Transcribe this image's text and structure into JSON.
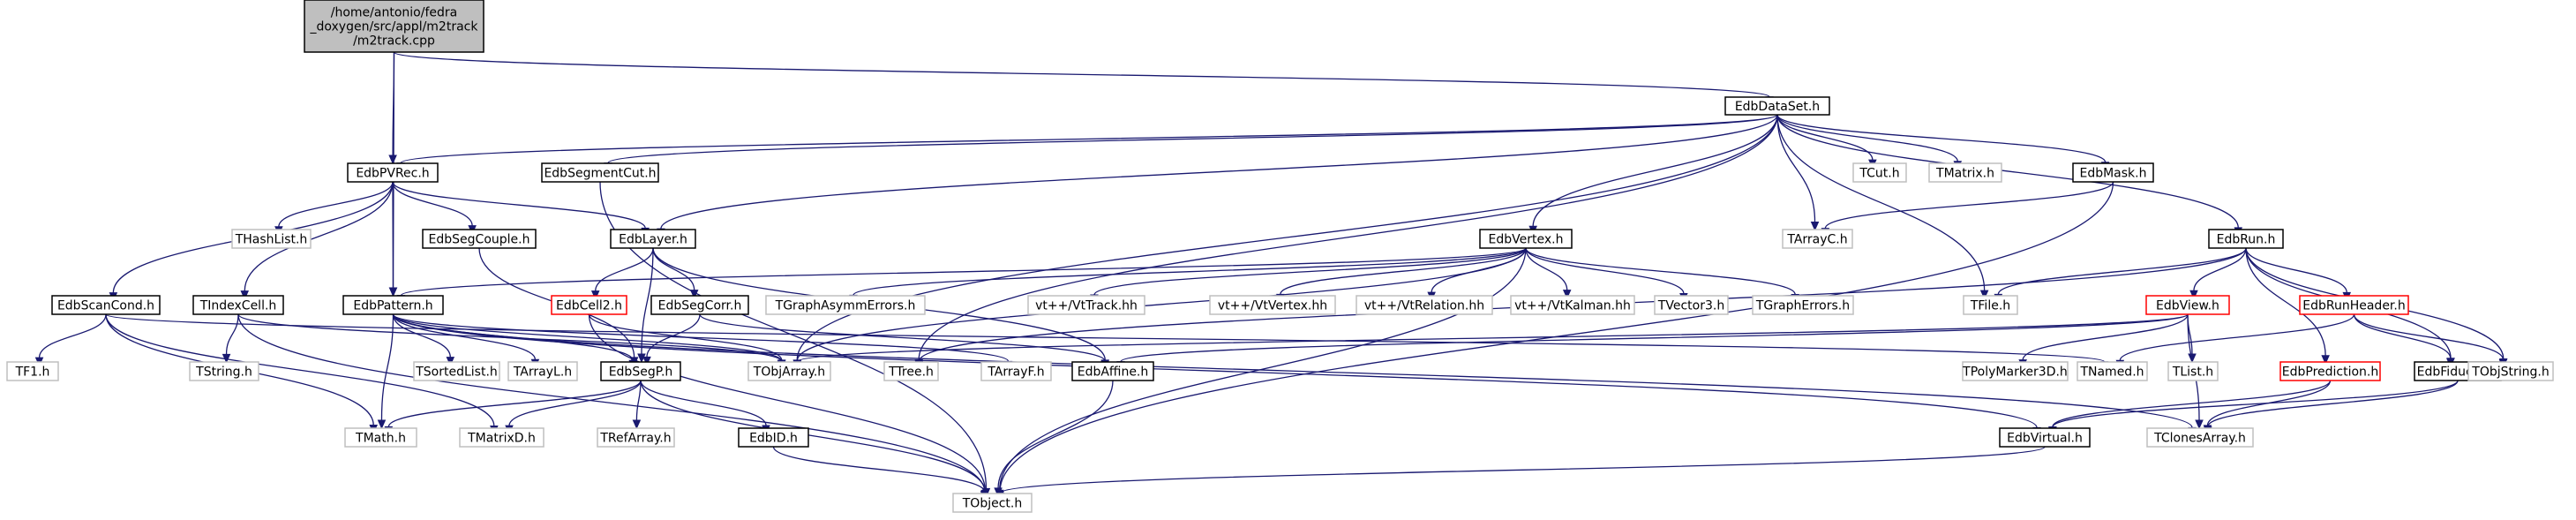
{
  "graph": {
    "root": "/home/antonio/fedra_doxygen/src/appl/m2track/m2track.cpp",
    "colors": {
      "edge": "#191970",
      "root_fill": "#bfbfbf",
      "root_border": "#000000",
      "documented_border": "#000000",
      "undocumented_border": "#bfbfbf",
      "truncated_border": "#ff0000",
      "node_fill": "#ffffff",
      "text": "#000000"
    },
    "nodes": [
      {
        "id": "root",
        "label": "/home/antonio/fedra\n_doxygen/src/appl/m2track\n/m2track.cpp",
        "style": "root"
      },
      {
        "id": "EdbDataSet",
        "label": "EdbDataSet.h",
        "style": "documented"
      },
      {
        "id": "EdbPVRec",
        "label": "EdbPVRec.h",
        "style": "documented"
      },
      {
        "id": "EdbSegmentCut",
        "label": "EdbSegmentCut.h",
        "style": "documented"
      },
      {
        "id": "EdbScanCond",
        "label": "EdbScanCond.h",
        "style": "documented"
      },
      {
        "id": "TIndexCell",
        "label": "TIndexCell.h",
        "style": "documented"
      },
      {
        "id": "THashList",
        "label": "THashList.h",
        "style": "undocumented"
      },
      {
        "id": "EdbSegCouple",
        "label": "EdbSegCouple.h",
        "style": "documented"
      },
      {
        "id": "EdbLayer",
        "label": "EdbLayer.h",
        "style": "documented"
      },
      {
        "id": "EdbPattern",
        "label": "EdbPattern.h",
        "style": "documented"
      },
      {
        "id": "EdbCell2",
        "label": "EdbCell2.h",
        "style": "truncated"
      },
      {
        "id": "EdbSegCorr",
        "label": "EdbSegCorr.h",
        "style": "documented"
      },
      {
        "id": "EdbVertex",
        "label": "EdbVertex.h",
        "style": "documented"
      },
      {
        "id": "TCut",
        "label": "TCut.h",
        "style": "undocumented"
      },
      {
        "id": "TMatrix",
        "label": "TMatrix.h",
        "style": "undocumented"
      },
      {
        "id": "EdbMask",
        "label": "EdbMask.h",
        "style": "documented"
      },
      {
        "id": "TArrayC",
        "label": "TArrayC.h",
        "style": "undocumented"
      },
      {
        "id": "EdbRun",
        "label": "EdbRun.h",
        "style": "documented"
      },
      {
        "id": "TGraphAsymmErrors",
        "label": "TGraphAsymmErrors.h",
        "style": "undocumented"
      },
      {
        "id": "VtTrack",
        "label": "vt++/VtTrack.hh",
        "style": "undocumented"
      },
      {
        "id": "VtVertex",
        "label": "vt++/VtVertex.hh",
        "style": "undocumented"
      },
      {
        "id": "VtRelation",
        "label": "vt++/VtRelation.hh",
        "style": "undocumented"
      },
      {
        "id": "VtKalman",
        "label": "vt++/VtKalman.hh",
        "style": "undocumented"
      },
      {
        "id": "TVector3",
        "label": "TVector3.h",
        "style": "undocumented"
      },
      {
        "id": "TGraphErrors",
        "label": "TGraphErrors.h",
        "style": "undocumented"
      },
      {
        "id": "TFile",
        "label": "TFile.h",
        "style": "undocumented"
      },
      {
        "id": "EdbView",
        "label": "EdbView.h",
        "style": "truncated"
      },
      {
        "id": "EdbRunHeader",
        "label": "EdbRunHeader.h",
        "style": "truncated"
      },
      {
        "id": "TF1",
        "label": "TF1.h",
        "style": "undocumented"
      },
      {
        "id": "TString",
        "label": "TString.h",
        "style": "undocumented"
      },
      {
        "id": "TSortedList",
        "label": "TSortedList.h",
        "style": "undocumented"
      },
      {
        "id": "TArrayL",
        "label": "TArrayL.h",
        "style": "undocumented"
      },
      {
        "id": "EdbSegP",
        "label": "EdbSegP.h",
        "style": "documented"
      },
      {
        "id": "TObjArray",
        "label": "TObjArray.h",
        "style": "undocumented"
      },
      {
        "id": "TTree",
        "label": "TTree.h",
        "style": "undocumented"
      },
      {
        "id": "TArrayF",
        "label": "TArrayF.h",
        "style": "undocumented"
      },
      {
        "id": "EdbAffine",
        "label": "EdbAffine.h",
        "style": "documented"
      },
      {
        "id": "TPolyMarker3D",
        "label": "TPolyMarker3D.h",
        "style": "undocumented"
      },
      {
        "id": "TNamed",
        "label": "TNamed.h",
        "style": "undocumented"
      },
      {
        "id": "TList",
        "label": "TList.h",
        "style": "undocumented"
      },
      {
        "id": "EdbPrediction",
        "label": "EdbPrediction.h",
        "style": "truncated"
      },
      {
        "id": "EdbFiducial",
        "label": "EdbFiducial.h",
        "style": "documented"
      },
      {
        "id": "TObjString",
        "label": "TObjString.h",
        "style": "undocumented"
      },
      {
        "id": "TMath",
        "label": "TMath.h",
        "style": "undocumented"
      },
      {
        "id": "TMatrixD",
        "label": "TMatrixD.h",
        "style": "undocumented"
      },
      {
        "id": "TRefArray",
        "label": "TRefArray.h",
        "style": "undocumented"
      },
      {
        "id": "EdbID",
        "label": "EdbID.h",
        "style": "documented"
      },
      {
        "id": "EdbVirtual",
        "label": "EdbVirtual.h",
        "style": "documented"
      },
      {
        "id": "TClonesArray",
        "label": "TClonesArray.h",
        "style": "undocumented"
      },
      {
        "id": "TObject",
        "label": "TObject.h",
        "style": "undocumented"
      }
    ],
    "edges": [
      [
        "root",
        "EdbDataSet"
      ],
      [
        "root",
        "EdbPVRec"
      ],
      [
        "root",
        "EdbPattern"
      ],
      [
        "EdbDataSet",
        "EdbPVRec"
      ],
      [
        "EdbDataSet",
        "EdbSegmentCut"
      ],
      [
        "EdbDataSet",
        "EdbLayer"
      ],
      [
        "EdbDataSet",
        "EdbVertex"
      ],
      [
        "EdbDataSet",
        "TCut"
      ],
      [
        "EdbDataSet",
        "TMatrix"
      ],
      [
        "EdbDataSet",
        "EdbMask"
      ],
      [
        "EdbDataSet",
        "TArrayC"
      ],
      [
        "EdbDataSet",
        "EdbRun"
      ],
      [
        "EdbDataSet",
        "TFile"
      ],
      [
        "EdbDataSet",
        "TObjArray"
      ],
      [
        "EdbDataSet",
        "TTree"
      ],
      [
        "EdbPVRec",
        "EdbScanCond"
      ],
      [
        "EdbPVRec",
        "TIndexCell"
      ],
      [
        "EdbPVRec",
        "THashList"
      ],
      [
        "EdbPVRec",
        "EdbSegCouple"
      ],
      [
        "EdbPVRec",
        "EdbLayer"
      ],
      [
        "EdbPVRec",
        "EdbPattern"
      ],
      [
        "EdbSegmentCut",
        "TObject"
      ],
      [
        "EdbSegCouple",
        "EdbSegP"
      ],
      [
        "EdbLayer",
        "EdbCell2"
      ],
      [
        "EdbLayer",
        "EdbSegCorr"
      ],
      [
        "EdbLayer",
        "EdbSegP"
      ],
      [
        "EdbLayer",
        "EdbAffine"
      ],
      [
        "EdbCell2",
        "TObjArray"
      ],
      [
        "EdbCell2",
        "TObject"
      ],
      [
        "EdbSegCorr",
        "EdbSegP"
      ],
      [
        "EdbSegCorr",
        "EdbAffine"
      ],
      [
        "EdbVertex",
        "EdbPattern"
      ],
      [
        "EdbVertex",
        "TGraphAsymmErrors"
      ],
      [
        "EdbVertex",
        "VtTrack"
      ],
      [
        "EdbVertex",
        "VtVertex"
      ],
      [
        "EdbVertex",
        "VtRelation"
      ],
      [
        "EdbVertex",
        "VtKalman"
      ],
      [
        "EdbVertex",
        "TVector3"
      ],
      [
        "EdbVertex",
        "TGraphErrors"
      ],
      [
        "EdbVertex",
        "TObjArray"
      ],
      [
        "EdbVertex",
        "TObject"
      ],
      [
        "EdbMask",
        "TArrayC"
      ],
      [
        "EdbMask",
        "TObject"
      ],
      [
        "EdbRun",
        "TFile"
      ],
      [
        "EdbRun",
        "EdbView"
      ],
      [
        "EdbRun",
        "EdbRunHeader"
      ],
      [
        "EdbRun",
        "EdbPrediction"
      ],
      [
        "EdbRun",
        "EdbFiducial"
      ],
      [
        "EdbRun",
        "TObjString"
      ],
      [
        "EdbRun",
        "TTree"
      ],
      [
        "EdbView",
        "TObjArray"
      ],
      [
        "EdbView",
        "TClonesArray"
      ],
      [
        "EdbView",
        "TPolyMarker3D"
      ],
      [
        "EdbView",
        "TList"
      ],
      [
        "EdbView",
        "EdbAffine"
      ],
      [
        "EdbRunHeader",
        "EdbFiducial"
      ],
      [
        "EdbRunHeader",
        "TObjString"
      ],
      [
        "EdbRunHeader",
        "TNamed"
      ],
      [
        "EdbPrediction",
        "EdbVirtual"
      ],
      [
        "EdbPrediction",
        "TClonesArray"
      ],
      [
        "EdbFiducial",
        "EdbVirtual"
      ],
      [
        "EdbFiducial",
        "TClonesArray"
      ],
      [
        "EdbScanCond",
        "TF1"
      ],
      [
        "EdbScanCond",
        "TMath"
      ],
      [
        "EdbScanCond",
        "TMatrixD"
      ],
      [
        "EdbScanCond",
        "TNamed"
      ],
      [
        "TIndexCell",
        "TString"
      ],
      [
        "TIndexCell",
        "TObjArray"
      ],
      [
        "TIndexCell",
        "TObject"
      ],
      [
        "EdbPattern",
        "TSortedList"
      ],
      [
        "EdbPattern",
        "TArrayL"
      ],
      [
        "EdbPattern",
        "EdbSegP"
      ],
      [
        "EdbPattern",
        "TObjArray"
      ],
      [
        "EdbPattern",
        "TMath"
      ],
      [
        "EdbPattern",
        "TArrayF"
      ],
      [
        "EdbPattern",
        "EdbVirtual"
      ],
      [
        "EdbPattern",
        "TClonesArray"
      ],
      [
        "EdbSegP",
        "TMath"
      ],
      [
        "EdbSegP",
        "TMatrixD"
      ],
      [
        "EdbSegP",
        "TRefArray"
      ],
      [
        "EdbSegP",
        "EdbID"
      ],
      [
        "EdbSegP",
        "TObject"
      ],
      [
        "EdbID",
        "TObject"
      ],
      [
        "EdbAffine",
        "TObject"
      ],
      [
        "EdbVirtual",
        "TObject"
      ]
    ]
  }
}
